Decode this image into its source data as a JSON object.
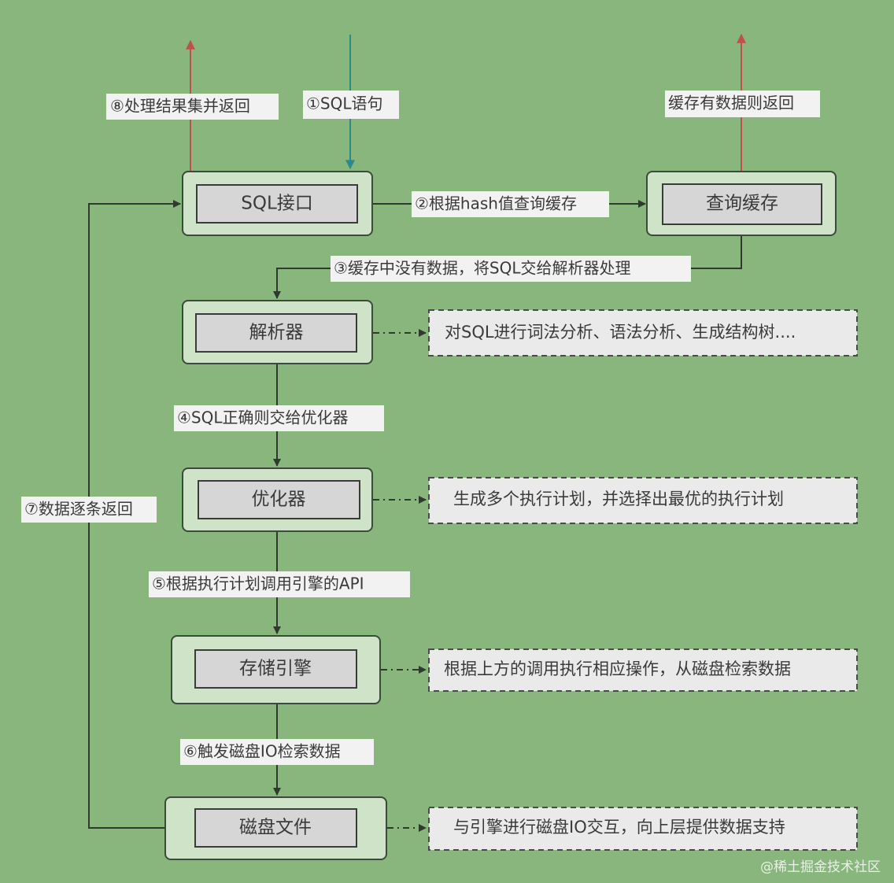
{
  "nodes": {
    "sql_interface": "SQL接口",
    "query_cache": "查询缓存",
    "parser": "解析器",
    "optimizer": "优化器",
    "storage_engine": "存储引擎",
    "disk_files": "磁盘文件"
  },
  "notes": {
    "parser": "对SQL进行词法分析、语法分析、生成结构树....",
    "optimizer": "生成多个执行计划，并选择出最优的执行计划",
    "storage_engine": "根据上方的调用执行相应操作，从磁盘检索数据",
    "disk_files": "与引擎进行磁盘IO交互，向上层提供数据支持"
  },
  "labels": {
    "step1": "①SQL语句",
    "step2": "②根据hash值查询缓存",
    "step3": "③缓存中没有数据，将SQL交给解析器处理",
    "step4": "④SQL正确则交给优化器",
    "step5": "⑤根据执行计划调用引擎的API",
    "step6": "⑥触发磁盘IO检索数据",
    "step7": "⑦数据逐条返回",
    "step8": "⑧处理结果集并返回",
    "cache_return": "缓存有数据则返回"
  },
  "watermark": "@稀土掘金技术社区",
  "colors": {
    "background": "#88b67d",
    "return_arrow": "#c0504d",
    "input_arrow": "#2c8a8a"
  }
}
